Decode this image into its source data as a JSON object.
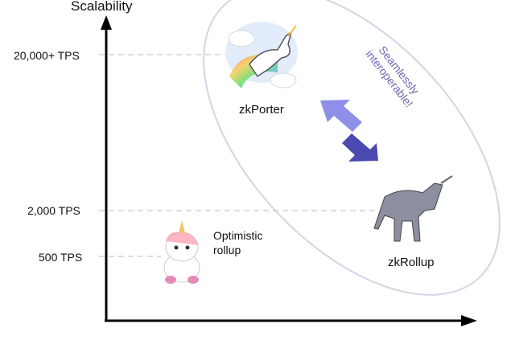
{
  "axis": {
    "y_title": "Scalability"
  },
  "ticks": [
    "20,000+ TPS",
    "2,000 TPS",
    "500 TPS"
  ],
  "nodes": {
    "zkporter": "zkPorter",
    "zkrollup": "zkRollup",
    "optimistic_line1": "Optimistic",
    "optimistic_line2": "rollup"
  },
  "interop": {
    "line1": "Seamlessly",
    "line2": "interoperable!"
  },
  "colors": {
    "ellipse": "#d6d3e6",
    "arrow_light": "#8e8fe8",
    "arrow_dark": "#4a4ab0",
    "interop_text": "#6a6ab2"
  }
}
